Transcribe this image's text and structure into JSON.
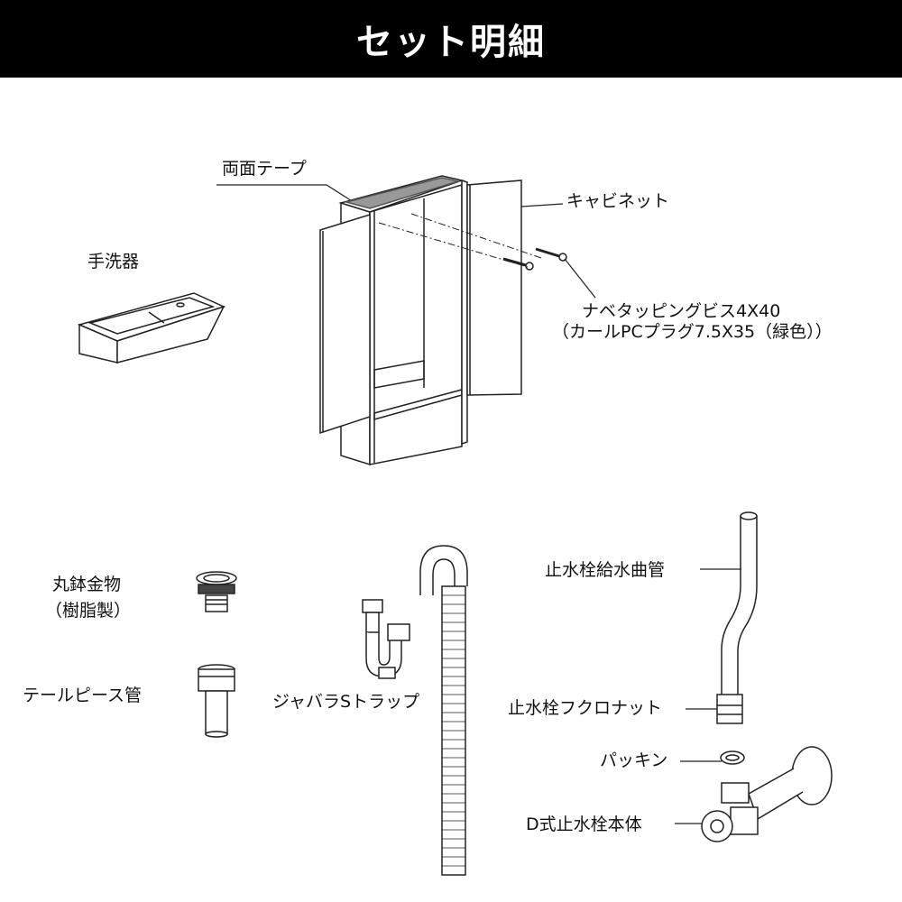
{
  "title": "セット明細",
  "labels": {
    "double_sided_tape": "両面テープ",
    "cabinet": "キャビネット",
    "hand_basin": "手洗器",
    "screw_line1": "ナベタッピングビス4X40",
    "screw_line2": "（カールPCプラグ7.5X35（緑色））",
    "drain_fitting_line1": "丸鉢金物",
    "drain_fitting_line2": "（樹脂製）",
    "tailpiece": "テールピース管",
    "bellows_s_trap": "ジャバラSトラップ",
    "supply_bent_pipe": "止水栓給水曲管",
    "cap_nut": "止水栓フクロナット",
    "packing": "パッキン",
    "stop_valve_body": "D式止水栓本体"
  }
}
